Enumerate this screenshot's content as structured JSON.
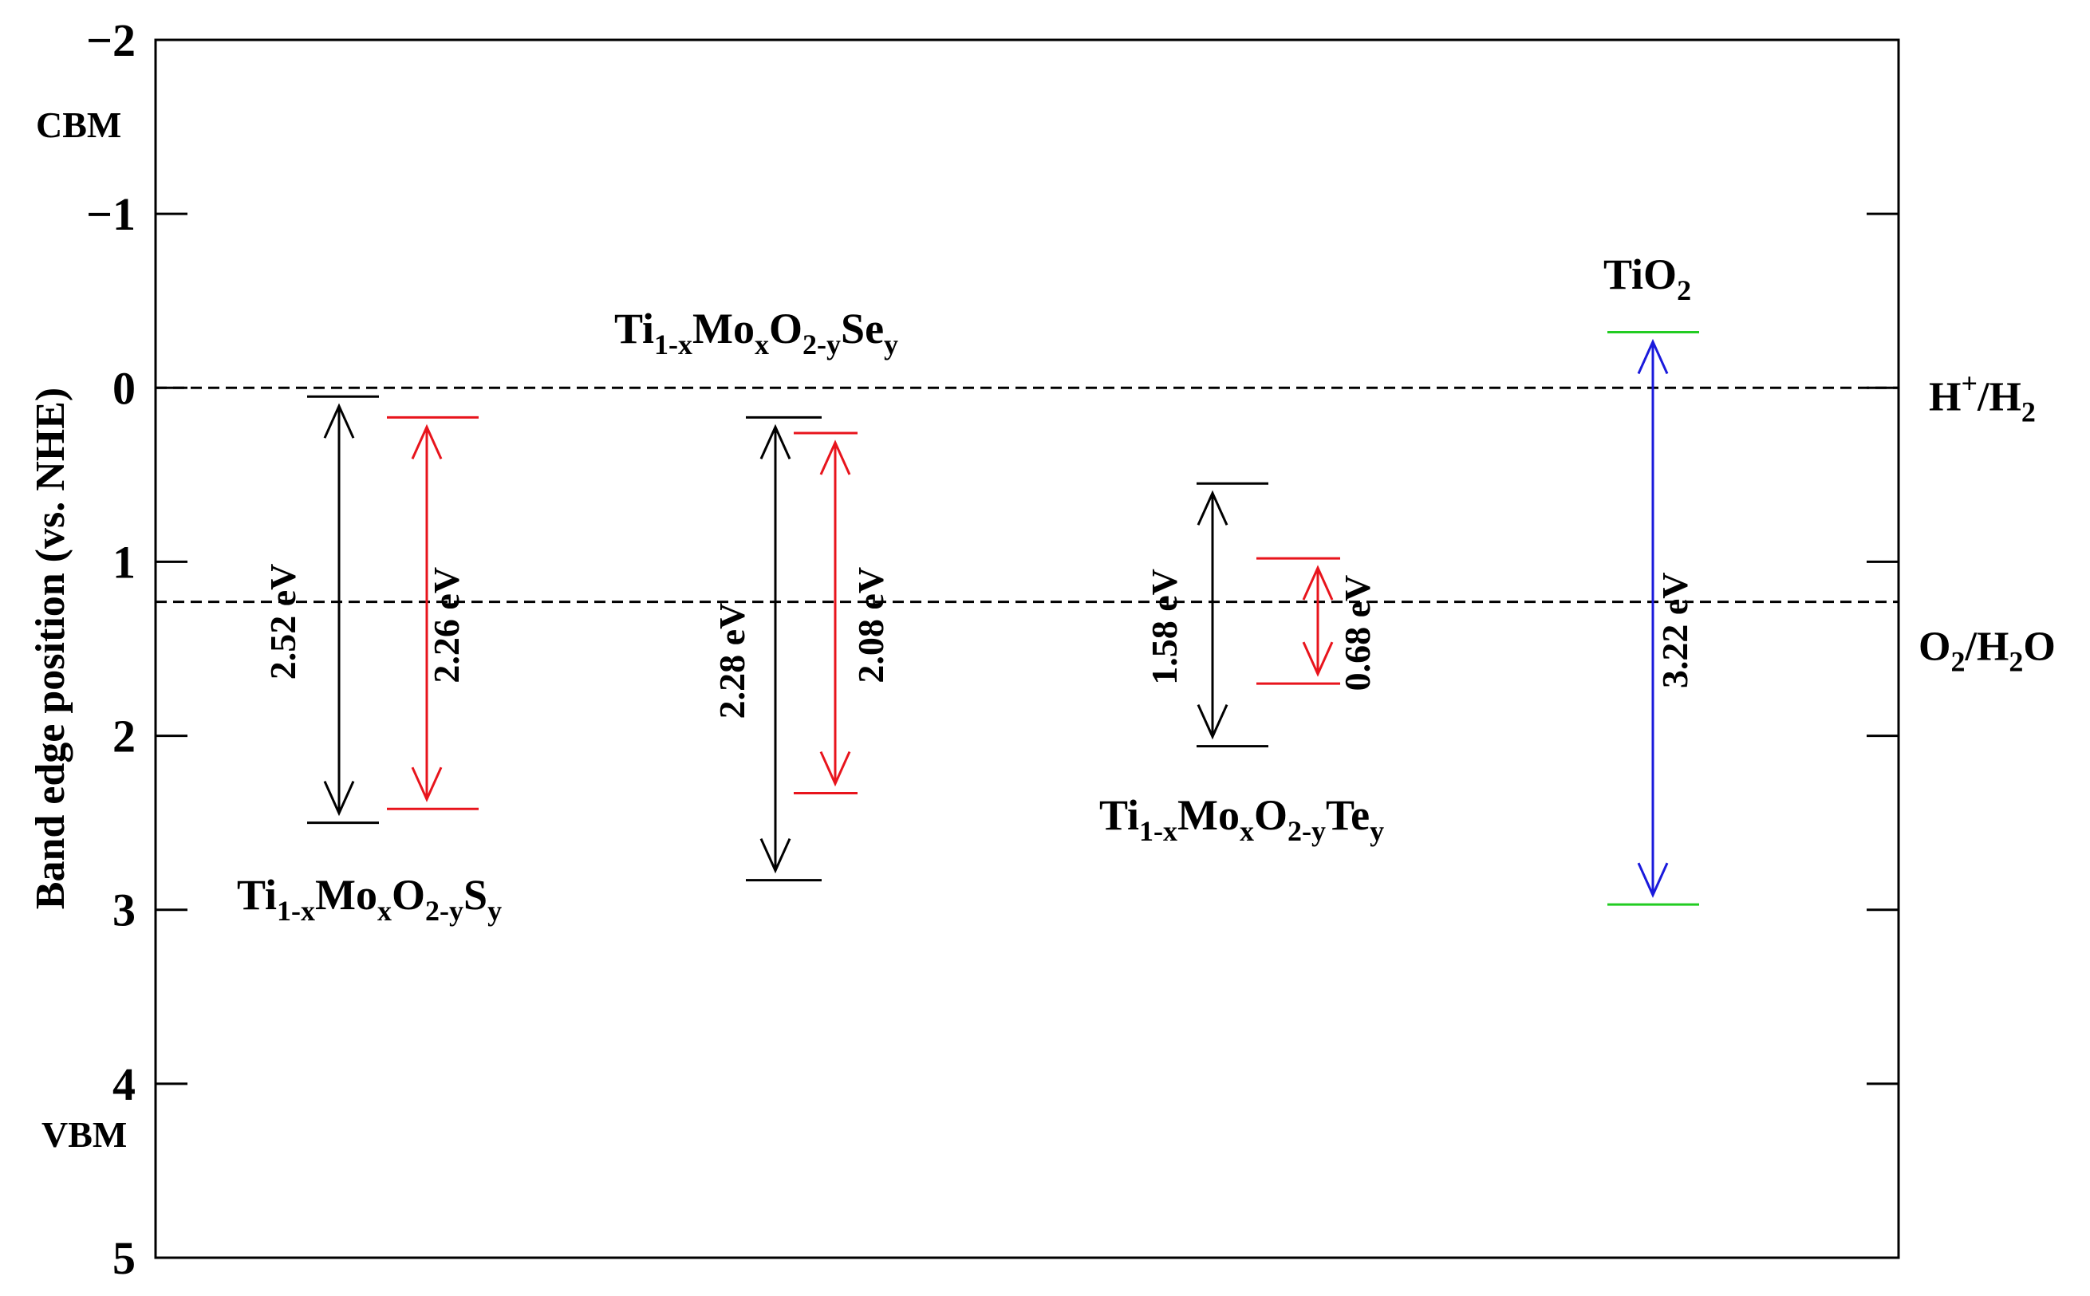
{
  "chart_data": {
    "type": "band-diagram",
    "ylabel": "Band edge position (vs. NHE)",
    "ylim": [
      -2,
      5
    ],
    "y_inverted": true,
    "yticks": [
      -2,
      -1,
      0,
      1,
      2,
      3,
      4,
      5
    ],
    "ytick_labels": [
      "−2",
      "−1",
      "0",
      "1",
      "2",
      "3",
      "4",
      "5"
    ],
    "y_side_labels": {
      "top": "CBM",
      "bottom": "VBM"
    },
    "reference_lines": [
      {
        "main": "H",
        "sup": "+",
        "rest": "/H",
        "sub": "2",
        "value": 0,
        "style": "dashed"
      },
      {
        "main": "O",
        "sub1": "2",
        "mid": "/H",
        "sub2": "2",
        "end": "O",
        "value": 1.23,
        "style": "dashed"
      }
    ],
    "materials": [
      {
        "name": "Ti1-xMo xO2-ySy",
        "label_parts": [
          [
            "Ti",
            ""
          ],
          [
            "1-x",
            "sub"
          ],
          [
            "Mo",
            ""
          ],
          [
            "x",
            "sub"
          ],
          [
            "O",
            ""
          ],
          [
            "2-y",
            "sub"
          ],
          [
            "S",
            ""
          ],
          [
            "y",
            "sub"
          ]
        ],
        "bands": [
          {
            "cbm": 0.05,
            "vbm": 2.5,
            "gap": "2.52 eV",
            "color": "#000000"
          },
          {
            "cbm": 0.17,
            "vbm": 2.42,
            "gap": "2.26 eV",
            "color": "#e8141c"
          }
        ]
      },
      {
        "name": "Ti1-xMoxO2-ySey",
        "label_parts": [
          [
            "Ti",
            ""
          ],
          [
            "1-x",
            "sub"
          ],
          [
            "Mo",
            ""
          ],
          [
            "x",
            "sub"
          ],
          [
            "O",
            ""
          ],
          [
            "2-y",
            "sub"
          ],
          [
            "Se",
            ""
          ],
          [
            "y",
            "sub"
          ]
        ],
        "bands": [
          {
            "cbm": 0.17,
            "vbm": 2.83,
            "gap": "2.28 eV",
            "color": "#000000"
          },
          {
            "cbm": 0.26,
            "vbm": 2.33,
            "gap": "2.08 eV",
            "color": "#e8141c"
          }
        ]
      },
      {
        "name": "Ti1-xMoxO2-yTey",
        "label_parts": [
          [
            "Ti",
            ""
          ],
          [
            "1-x",
            "sub"
          ],
          [
            "Mo",
            ""
          ],
          [
            "x",
            "sub"
          ],
          [
            "O",
            ""
          ],
          [
            "2-y",
            "sub"
          ],
          [
            "Te",
            ""
          ],
          [
            "y",
            "sub"
          ]
        ],
        "bands": [
          {
            "cbm": 0.55,
            "vbm": 2.06,
            "gap": "1.58 eV",
            "color": "#000000"
          },
          {
            "cbm": 0.98,
            "vbm": 1.7,
            "gap": "0.68 eV",
            "color": "#e8141c"
          }
        ]
      },
      {
        "name": "TiO2",
        "label_parts": [
          [
            "TiO",
            ""
          ],
          [
            "2",
            "sub"
          ]
        ],
        "bands": [
          {
            "cbm": -0.32,
            "vbm": 2.97,
            "gap": "3.22 eV",
            "color": "#1a1adc",
            "level_color": "#22cc22"
          }
        ]
      }
    ]
  }
}
